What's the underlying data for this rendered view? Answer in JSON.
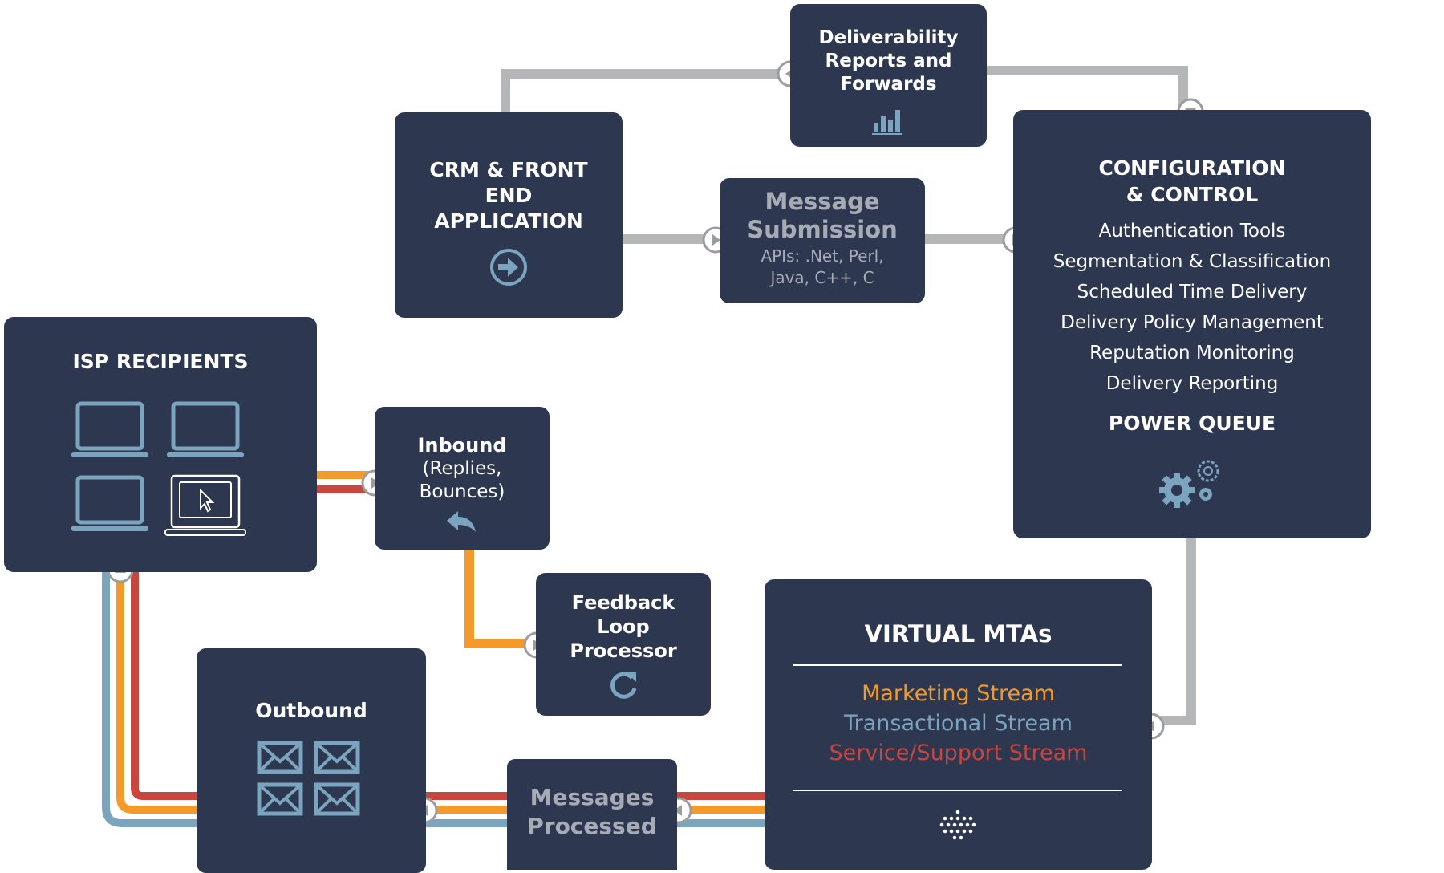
{
  "deliverability": {
    "title": "Deliverability Reports and Forwards",
    "icon": "bar-chart-icon"
  },
  "crm": {
    "title": "CRM & FRONT END APPLICATION",
    "icon": "arrow-right-circle-icon"
  },
  "submission": {
    "title": "Message Submission",
    "subtitle": "APIs: .Net, Perl, Java, C++, C"
  },
  "config": {
    "title": "CONFIGURATION & CONTROL",
    "features": [
      "Authentication Tools",
      "Segmentation & Classification",
      "Scheduled Time Delivery",
      "Delivery Policy Management",
      "Reputation Monitoring",
      "Delivery Reporting"
    ],
    "queue": "POWER QUEUE",
    "icon": "gears-icon"
  },
  "isp": {
    "title": "ISP RECIPIENTS",
    "icons": [
      "laptop-icon",
      "laptop-icon",
      "laptop-icon",
      "laptop-cursor-icon"
    ]
  },
  "inbound": {
    "title": "Inbound",
    "subtitle": "(Replies, Bounces)",
    "icon": "reply-arrow-icon"
  },
  "feedback": {
    "title": "Feedback Loop Processor",
    "icon": "refresh-icon"
  },
  "vmta": {
    "title": "VIRTUAL MTAs",
    "streams": [
      {
        "label": "Marketing Stream",
        "color": "#f39a2b"
      },
      {
        "label": "Transactional Stream",
        "color": "#7ba4bf"
      },
      {
        "label": "Service/Support Stream",
        "color": "#c9463f"
      }
    ],
    "icon": "dots-grid-icon"
  },
  "outbound": {
    "title": "Outbound",
    "icon": "envelope-icon"
  },
  "processed": {
    "title": "Messages Processed"
  },
  "colors": {
    "box": "#2d3750",
    "connector": "#b5b6b8",
    "orange": "#f39a2b",
    "blue": "#7ba4bf",
    "red": "#c9463f"
  }
}
